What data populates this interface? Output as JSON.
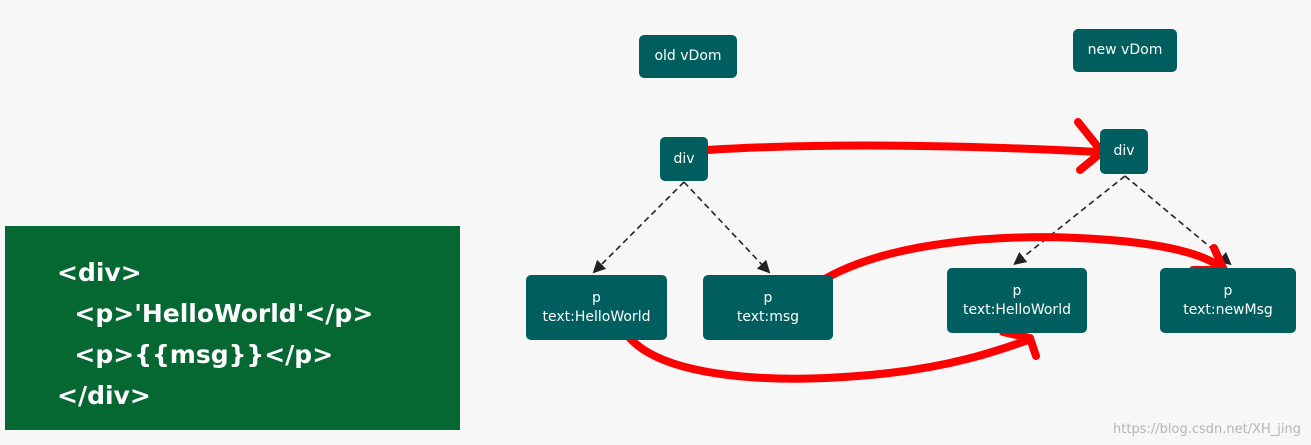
{
  "code": {
    "lines": [
      "<div>",
      "  <p>'HelloWorld'</p>",
      "  <p>{{msg}}</p>",
      "</div>"
    ]
  },
  "old_tree": {
    "label": "old vDom",
    "root": "div",
    "children": [
      {
        "tag": "p",
        "text": "text:HelloWorld"
      },
      {
        "tag": "p",
        "text": "text:msg"
      }
    ]
  },
  "new_tree": {
    "label": "new vDom",
    "root": "div",
    "children": [
      {
        "tag": "p",
        "text": "text:HelloWorld"
      },
      {
        "tag": "p",
        "text": "text:newMsg"
      }
    ]
  },
  "colors": {
    "code_background": "#056832",
    "node_fill": "#005e5e",
    "arrow_red": "#ff0000",
    "edge_dashed": "#222222"
  },
  "watermark": "https://blog.csdn.net/XH_jing"
}
